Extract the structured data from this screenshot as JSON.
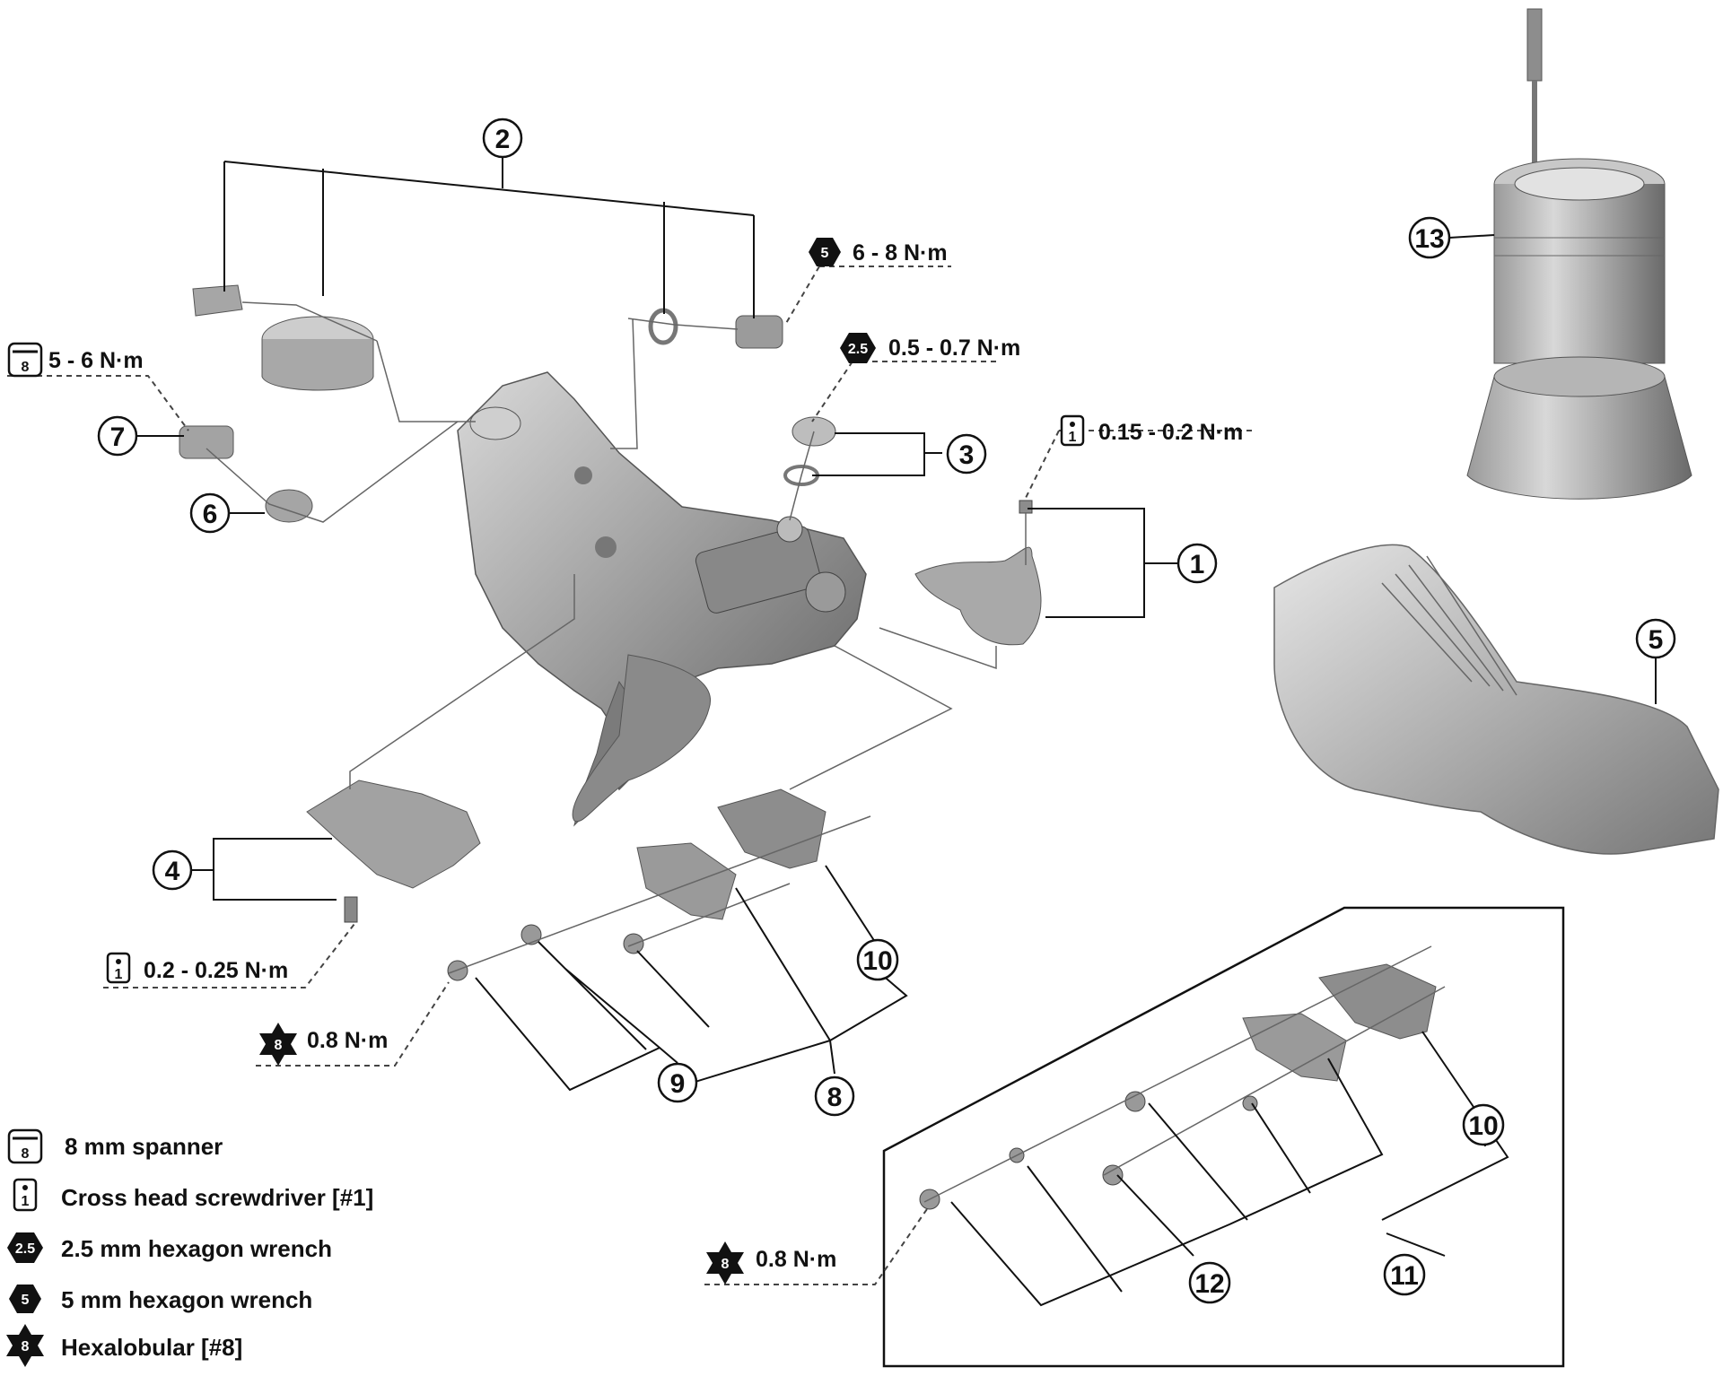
{
  "callouts": {
    "c1": "1",
    "c2": "2",
    "c3": "3",
    "c4": "4",
    "c5": "5",
    "c6": "6",
    "c7": "7",
    "c8": "8",
    "c9": "9",
    "c10": "10",
    "c10b": "10",
    "c11": "11",
    "c12": "12",
    "c13": "13"
  },
  "torques": {
    "spanner_top": "5 - 6 N·m",
    "hex5_top": "6 - 8 N·m",
    "hex25_top": "0.5 - 0.7 N·m",
    "cross_right": "0.15 - 0.2 N·m",
    "cross_bottom": "0.2 - 0.25 N·m",
    "hexalobular_mid": "0.8 N·m",
    "hexalobular_inset": "0.8 N·m"
  },
  "tool_marks": {
    "spanner": "8",
    "cross": "1",
    "hex25": "2.5",
    "hex5": "5",
    "hexalobular": "8"
  },
  "legend": {
    "spanner": "8 mm spanner",
    "cross": "Cross head screwdriver [#1]",
    "hex25": "2.5 mm hexagon wrench",
    "hex5": "5 mm hexagon wrench",
    "hexalobular": "Hexalobular [#8]"
  },
  "colors": {
    "part_fill": "#a9a9a9",
    "part_dark": "#6e6e6e",
    "part_light": "#d6d6d6",
    "line": "#111111"
  }
}
